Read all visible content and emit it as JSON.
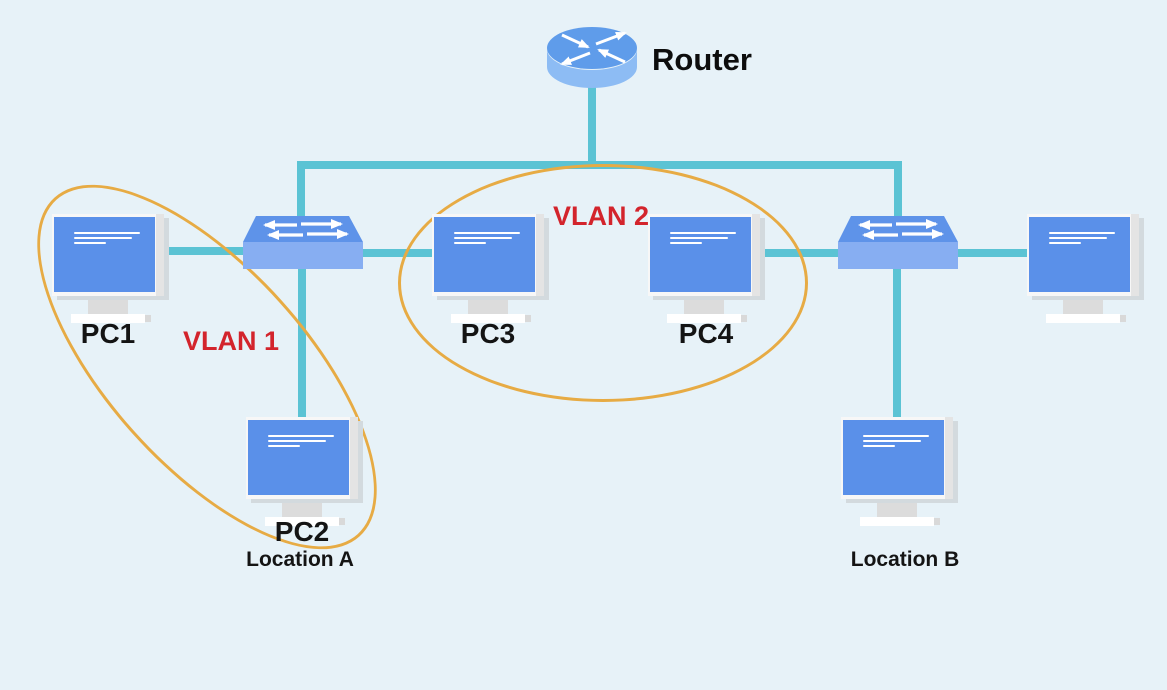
{
  "diagram_type": "network-topology",
  "colors": {
    "background": "#e7f2f8",
    "link_teal": "#5bc3d4",
    "vlan_ellipse_orange": "#e7ab44",
    "vlan_label_red": "#d3242c",
    "router_top": "#5f9cea",
    "router_side": "#8dbcf4",
    "switch_top": "#5e93e9",
    "switch_front": "#87aef2",
    "screen_blue": "#5a90e9",
    "label_black": "#141414"
  },
  "nodes": {
    "router": {
      "label": "Router"
    },
    "switch_a": {
      "label": ""
    },
    "switch_b": {
      "label": ""
    },
    "pc1": {
      "label": "PC1"
    },
    "pc2": {
      "label": "PC2"
    },
    "pc3": {
      "label": "PC3"
    },
    "pc4": {
      "label": "PC4"
    },
    "pc_right": {
      "label": ""
    },
    "pc_bottom_right": {
      "label": ""
    }
  },
  "vlans": {
    "vlan1": {
      "label": "VLAN 1",
      "members": [
        "PC1",
        "PC2"
      ]
    },
    "vlan2": {
      "label": "VLAN 2",
      "members": [
        "PC3",
        "PC4"
      ]
    }
  },
  "locations": {
    "location_a": {
      "label": "Location A"
    },
    "location_b": {
      "label": "Location B"
    }
  },
  "edges": [
    {
      "from": "router",
      "to": "trunk"
    },
    {
      "from": "trunk",
      "to": "switch_a"
    },
    {
      "from": "trunk",
      "to": "switch_b"
    },
    {
      "from": "pc1",
      "to": "switch_a"
    },
    {
      "from": "switch_a",
      "to": "pc2"
    },
    {
      "from": "switch_a",
      "to": "pc3"
    },
    {
      "from": "pc4",
      "to": "switch_b"
    },
    {
      "from": "switch_b",
      "to": "pc_right"
    },
    {
      "from": "switch_b",
      "to": "pc_bottom_right"
    }
  ]
}
